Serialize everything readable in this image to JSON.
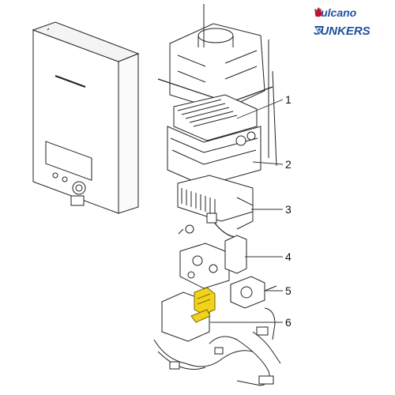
{
  "brands": {
    "vulcano": {
      "label": "Vulcano",
      "color": "#c8102e",
      "mark_icon": "flame-icon"
    },
    "junkers": {
      "label": "JUNKERS",
      "color": "#1e4f9c",
      "mark_icon": "chevron-logo-icon"
    }
  },
  "callouts": [
    "1",
    "2",
    "3",
    "4",
    "5",
    "6"
  ],
  "colors": {
    "line": "#222222",
    "highlight": "#f2d21b",
    "leader": "#333333"
  }
}
